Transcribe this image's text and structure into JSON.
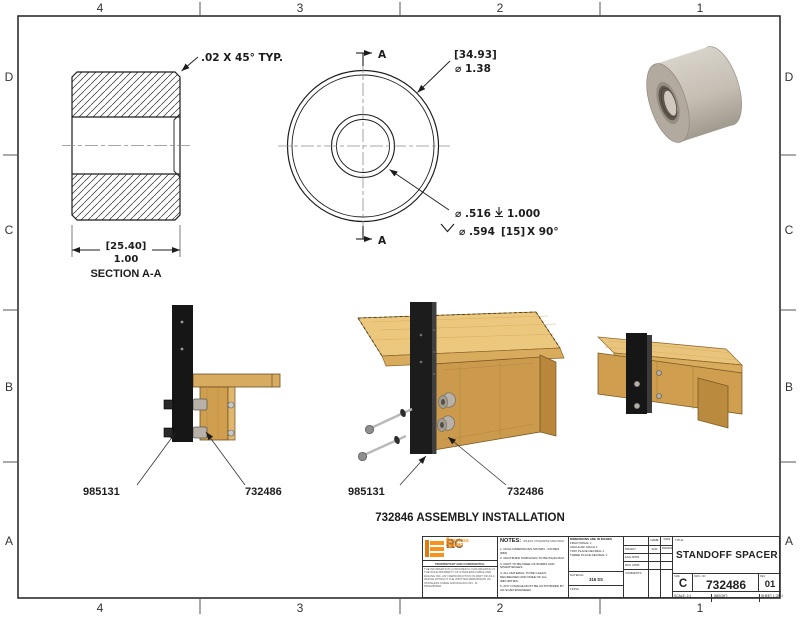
{
  "border": {
    "columns": [
      "4",
      "3",
      "2",
      "1"
    ],
    "rows": [
      "D",
      "C",
      "B",
      "A"
    ]
  },
  "section_view": {
    "chamfer_note": ".02 X 45° TYP.",
    "width_mm": "[25.40]",
    "width_in": "1.00",
    "label": "SECTION A-A"
  },
  "front_view": {
    "section_arrow": "A",
    "od_mm": "[34.93]",
    "od_in": "⌀ 1.38",
    "hole_dia": "⌀ .516",
    "hole_depth": "1.000",
    "csk_dia": "⌀ .594",
    "csk_mm": "[15]",
    "csk_angle": "X 90°"
  },
  "assembly": {
    "left_label_1": "985131",
    "left_label_2": "732486",
    "mid_label_1": "985131",
    "mid_label_2": "732486",
    "caption": "732846 ASSEMBLY INSTALLATION"
  },
  "title_block": {
    "brand_sc": "SC",
    "brand_amp": "&",
    "brand_r": "R",
    "brand_tagline_1": "Stainless Cable",
    "brand_tagline_2": "& Railing",
    "proprietary_header": "PROPRIETARY AND CONFIDENTIAL",
    "proprietary_text": "THE INFORMATION CONTAINED IN THIS DRAWING IS THE SOLE PROPERTY OF STAINLESS CABLE AND RAILING INC. ANY REPRODUCTION IN PART OR AS A WHOLE WITHOUT THE WRITTEN PERMISSION OF STAINLESS CABLE AND RAILING INC. IS PROHIBITED.",
    "notes_header": "NOTES:",
    "notes_condition": "UNLESS OTHERWISE SPECIFIED",
    "notes": [
      "1. DUAL DIMENSIONS SHOWN - INCHES [MM]",
      "2. MACHINED SURFACES TO BE 63μIN MAX.",
      "3. PART TO BE FREE OF BURRS AND SHARP EDGES.",
      "4. ALL MATERIAL TO BE CLEAN, DEGREASED AND FREE OF ALL IMPURITIES.",
      "5. ANY CHANGE MUST BE AUTHORIZED BY AN SC&R ENGINEER."
    ],
    "dims_header": "DIMENSIONS ARE IN INCHES",
    "tol_line_1": "FRACTIONAL ±",
    "tol_line_2": "ANGULAR: MACH ±",
    "tol_line_3": "TWO PLACE DECIMAL ±",
    "tol_line_4": "THREE PLACE DECIMAL ±",
    "material_label": "MATERIAL",
    "material_value": "316 SS",
    "finish_label": "FINISH",
    "name_header": "NAME",
    "date_header": "DATE",
    "drawn_label": "DRAWN",
    "drawn_name": "SCR",
    "drawn_date": "03/23/18",
    "eng_appr_label": "ENG APPR.",
    "mfg_appr_label": "MFG APPR.",
    "comments_label": "COMMENTS:",
    "title_label": "TITLE:",
    "title": "STANDOFF SPACER",
    "size_label": "SIZE",
    "size": "C",
    "dwg_label": "DWG. NO.",
    "dwg_no": "732486",
    "rev_label": "REV",
    "rev": "01",
    "scale": "SCALE: 2:1",
    "weight": "WEIGHT:",
    "sheet": "SHEET 1 OF 1"
  }
}
